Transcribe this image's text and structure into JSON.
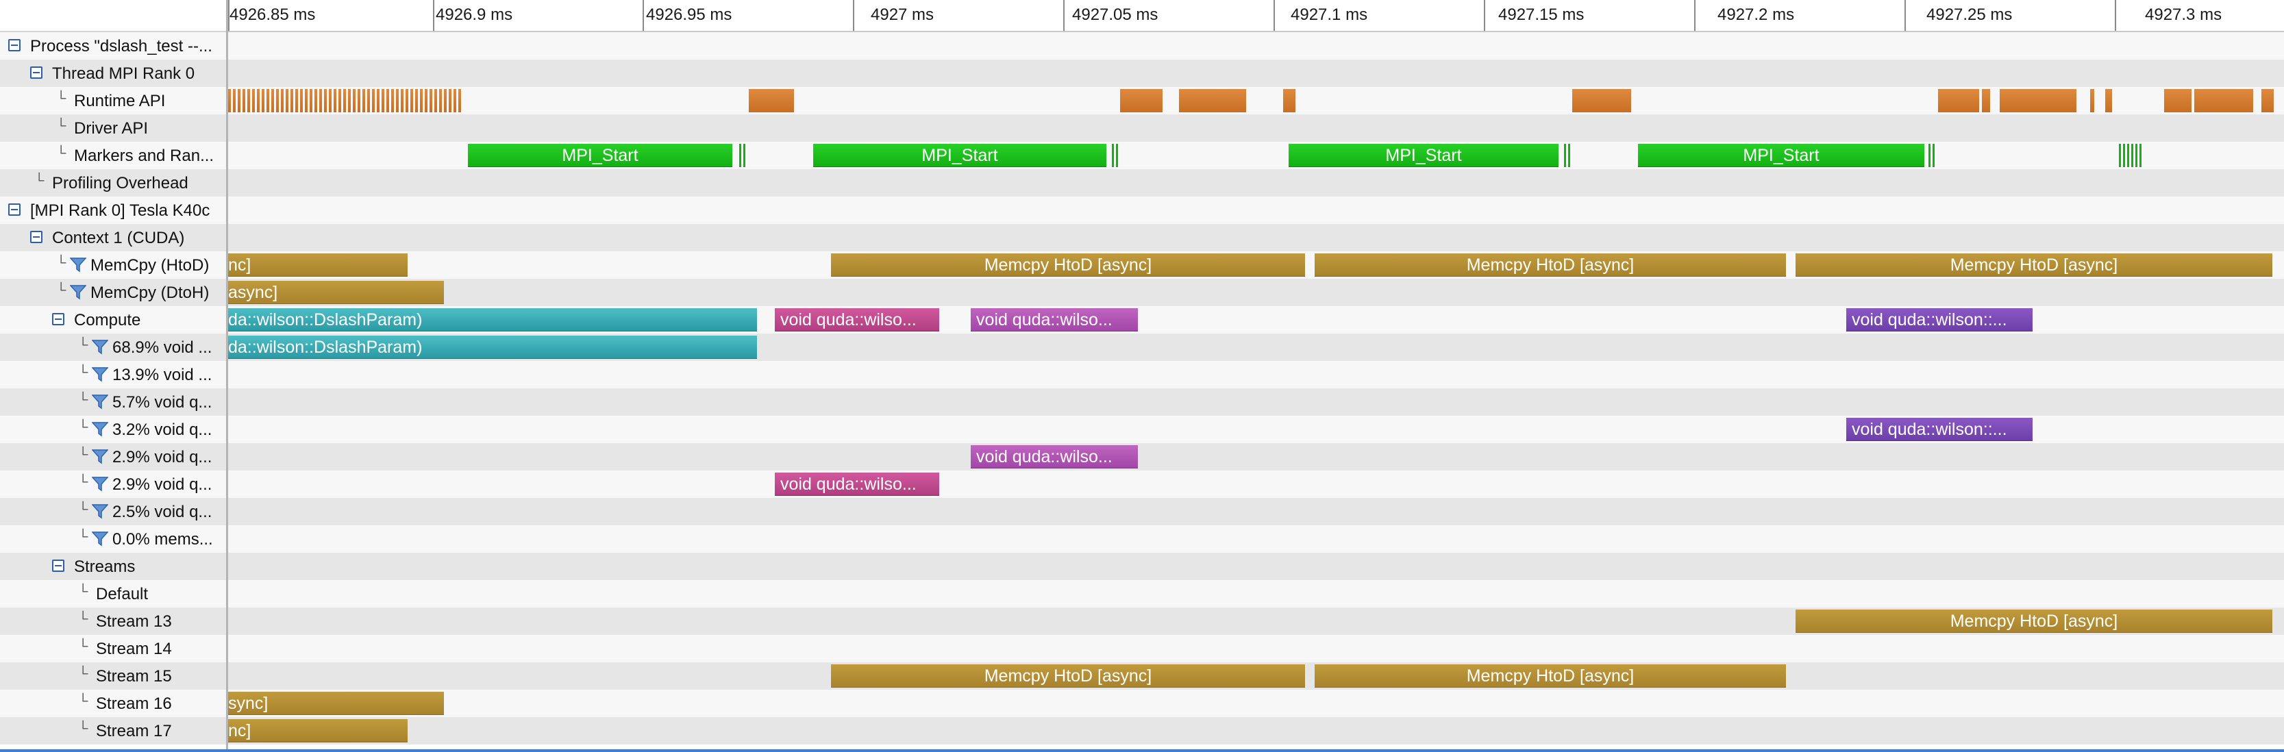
{
  "ruler": {
    "ticks": [
      "4926.85 ms",
      "4926.9 ms",
      "4926.95 ms",
      "4927 ms",
      "4927.05 ms",
      "4927.1 ms",
      "4927.15 ms",
      "4927.2 ms",
      "4927.25 ms",
      "4927.3 ms"
    ]
  },
  "tree": {
    "rows": [
      {
        "label": "Process \"dslash_test --...",
        "toggle": true,
        "indent": 0,
        "icon": "minus-box-icon"
      },
      {
        "label": "Thread MPI Rank 0",
        "toggle": true,
        "indent": 1,
        "icon": "minus-box-icon"
      },
      {
        "label": "Runtime API",
        "toggle": false,
        "indent": 2,
        "icon": "tree-elbow-icon"
      },
      {
        "label": "Driver API",
        "toggle": false,
        "indent": 2,
        "icon": "tree-elbow-icon"
      },
      {
        "label": "Markers and Ran...",
        "toggle": false,
        "indent": 2,
        "icon": "tree-elbow-icon"
      },
      {
        "label": "Profiling Overhead",
        "toggle": false,
        "indent": 1,
        "icon": "tree-elbow-icon"
      },
      {
        "label": "[MPI Rank 0] Tesla K40c",
        "toggle": true,
        "indent": 0,
        "icon": "minus-box-icon"
      },
      {
        "label": "Context 1 (CUDA)",
        "toggle": true,
        "indent": 1,
        "icon": "minus-box-icon"
      },
      {
        "label": "MemCpy (HtoD)",
        "toggle": false,
        "indent": 2,
        "icon": "filter-icon"
      },
      {
        "label": "MemCpy (DtoH)",
        "toggle": false,
        "indent": 2,
        "icon": "filter-icon"
      },
      {
        "label": "Compute",
        "toggle": true,
        "indent": 2,
        "icon": "minus-box-icon"
      },
      {
        "label": "68.9% void ...",
        "toggle": false,
        "indent": 3,
        "icon": "filter-icon"
      },
      {
        "label": "13.9% void ...",
        "toggle": false,
        "indent": 3,
        "icon": "filter-icon"
      },
      {
        "label": "5.7% void q...",
        "toggle": false,
        "indent": 3,
        "icon": "filter-icon"
      },
      {
        "label": "3.2% void q...",
        "toggle": false,
        "indent": 3,
        "icon": "filter-icon"
      },
      {
        "label": "2.9% void q...",
        "toggle": false,
        "indent": 3,
        "icon": "filter-icon"
      },
      {
        "label": "2.9% void q...",
        "toggle": false,
        "indent": 3,
        "icon": "filter-icon"
      },
      {
        "label": "2.5% void q...",
        "toggle": false,
        "indent": 3,
        "icon": "filter-icon"
      },
      {
        "label": "0.0% mems...",
        "toggle": false,
        "indent": 3,
        "icon": "filter-icon"
      },
      {
        "label": "Streams",
        "toggle": true,
        "indent": 2,
        "icon": "minus-box-icon"
      },
      {
        "label": "Default",
        "toggle": false,
        "indent": 3,
        "icon": "tree-elbow-icon"
      },
      {
        "label": "Stream 13",
        "toggle": false,
        "indent": 3,
        "icon": "tree-elbow-icon"
      },
      {
        "label": "Stream 14",
        "toggle": false,
        "indent": 3,
        "icon": "tree-elbow-icon"
      },
      {
        "label": "Stream 15",
        "toggle": false,
        "indent": 3,
        "icon": "tree-elbow-icon"
      },
      {
        "label": "Stream 16",
        "toggle": false,
        "indent": 3,
        "icon": "tree-elbow-icon"
      },
      {
        "label": "Stream 17",
        "toggle": false,
        "indent": 3,
        "icon": "tree-elbow-icon"
      }
    ]
  },
  "labels": {
    "memcpy_htod": "Memcpy HtoD [async]",
    "nc": "nc]",
    "async": "async]",
    "sync": "sync]",
    "mpi_start": "MPI_Start",
    "dslash_param": "da::wilson::DslashParam)",
    "void_wilso": "void quda::wilso...",
    "void_wilson": "void quda::wilson::..."
  },
  "colors": {
    "memcpy": "#b08a33",
    "mpi": "#1cbd1c",
    "api": "#d27a30",
    "teal": "#3aabb4",
    "pink": "#bf4a8d",
    "magenta": "#b055b4",
    "purple": "#7d4bb6",
    "row_light": "#f7f7f7",
    "row_dark": "#e6e6e6",
    "toggle_blue": "#2a5fae"
  }
}
